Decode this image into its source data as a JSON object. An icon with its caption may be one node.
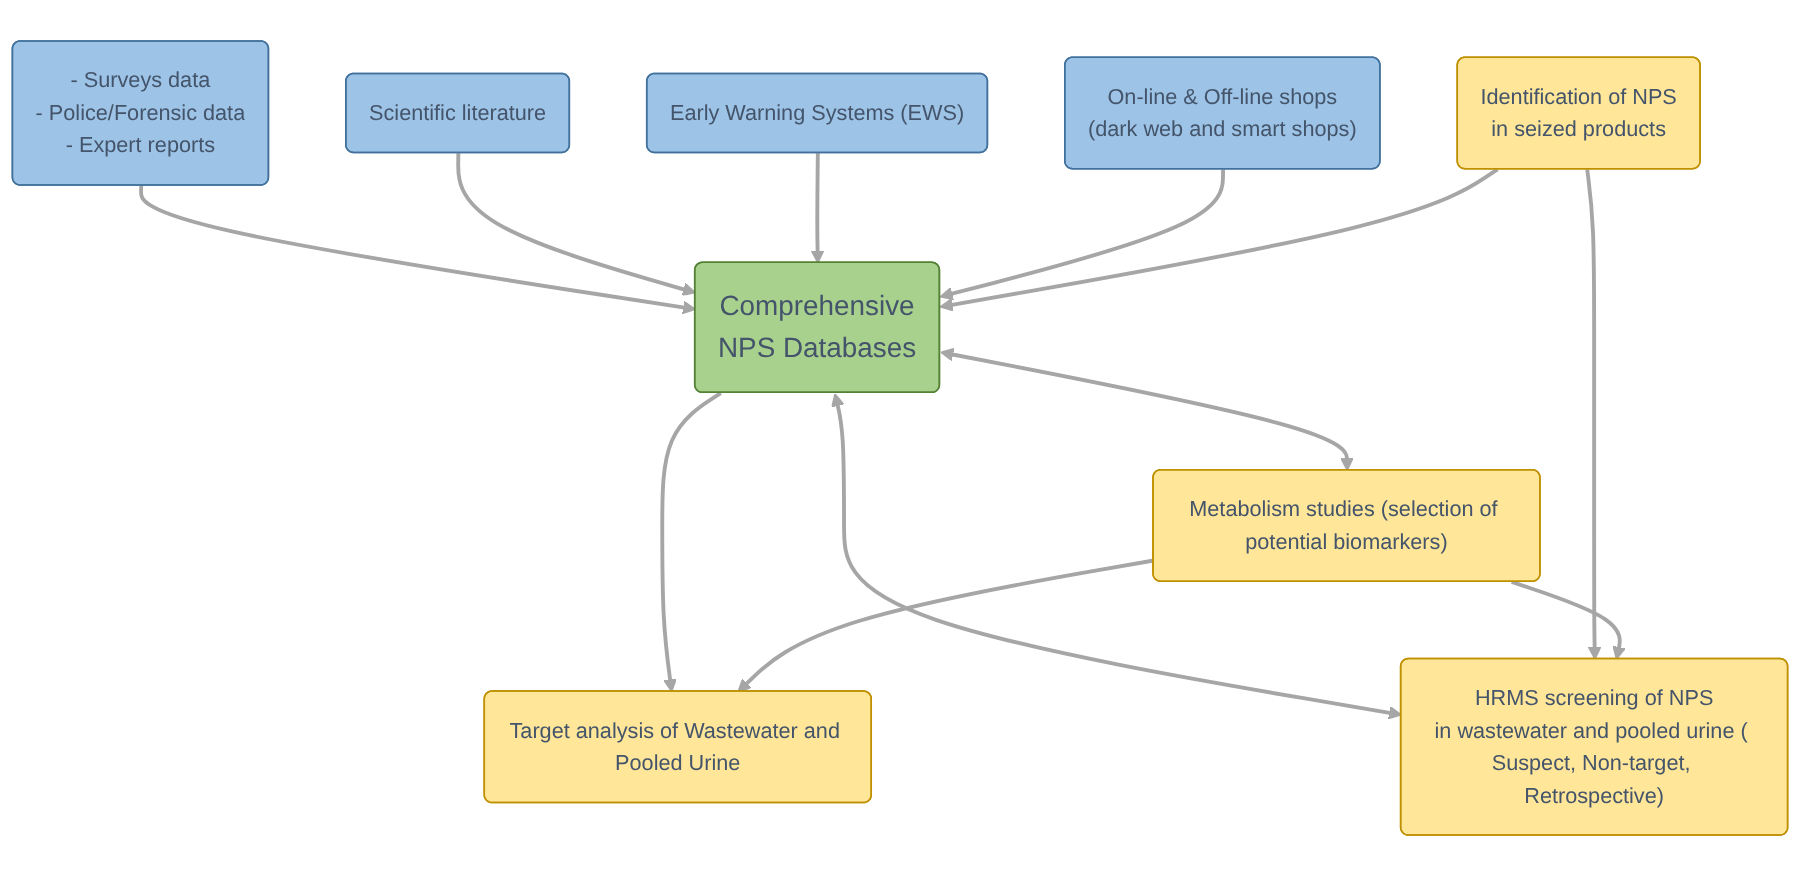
{
  "diagram": {
    "nodes": [
      {
        "text": [
          "- Surveys data",
          "- Police/Forensic data",
          "- Expert reports"
        ]
      },
      {
        "text": [
          "Scientific literature"
        ]
      },
      {
        "text": [
          "Early Warning Systems (EWS)"
        ]
      },
      {
        "text": [
          "On-line & Off-line shops",
          "(dark web and smart shops)"
        ]
      },
      {
        "text": [
          "Identification of NPS",
          "in seized products"
        ]
      },
      {
        "text": [
          "Comprehensive",
          "NPS Databases"
        ]
      },
      {
        "text": [
          "Target analysis of Wastewater and Pooled Urine"
        ]
      },
      {
        "text": [
          "HRMS screening of NPS",
          "in wastewater and pooled urine ( Suspect, Non-target, Retrospective)"
        ]
      },
      {
        "text": [
          "Metabolism studies (selection of potential biomarkers)"
        ]
      }
    ],
    "edges": [
      {
        "from": 0,
        "to": 5,
        "arrow": "to"
      },
      {
        "from": 1,
        "to": 5,
        "arrow": "to"
      },
      {
        "from": 2,
        "to": 5,
        "arrow": "to"
      },
      {
        "from": 3,
        "to": 5,
        "arrow": "to"
      },
      {
        "from": 4,
        "to": 5,
        "arrow": "to"
      },
      {
        "from": 5,
        "to": 6,
        "arrow": "to"
      },
      {
        "from": 5,
        "to": 7,
        "arrow": "both"
      },
      {
        "from": 5,
        "to": 8,
        "arrow": "both"
      },
      {
        "from": 4,
        "to": 7,
        "arrow": "to"
      },
      {
        "from": 8,
        "to": 7,
        "arrow": "to"
      },
      {
        "from": 8,
        "to": 6,
        "arrow": "to"
      }
    ]
  }
}
